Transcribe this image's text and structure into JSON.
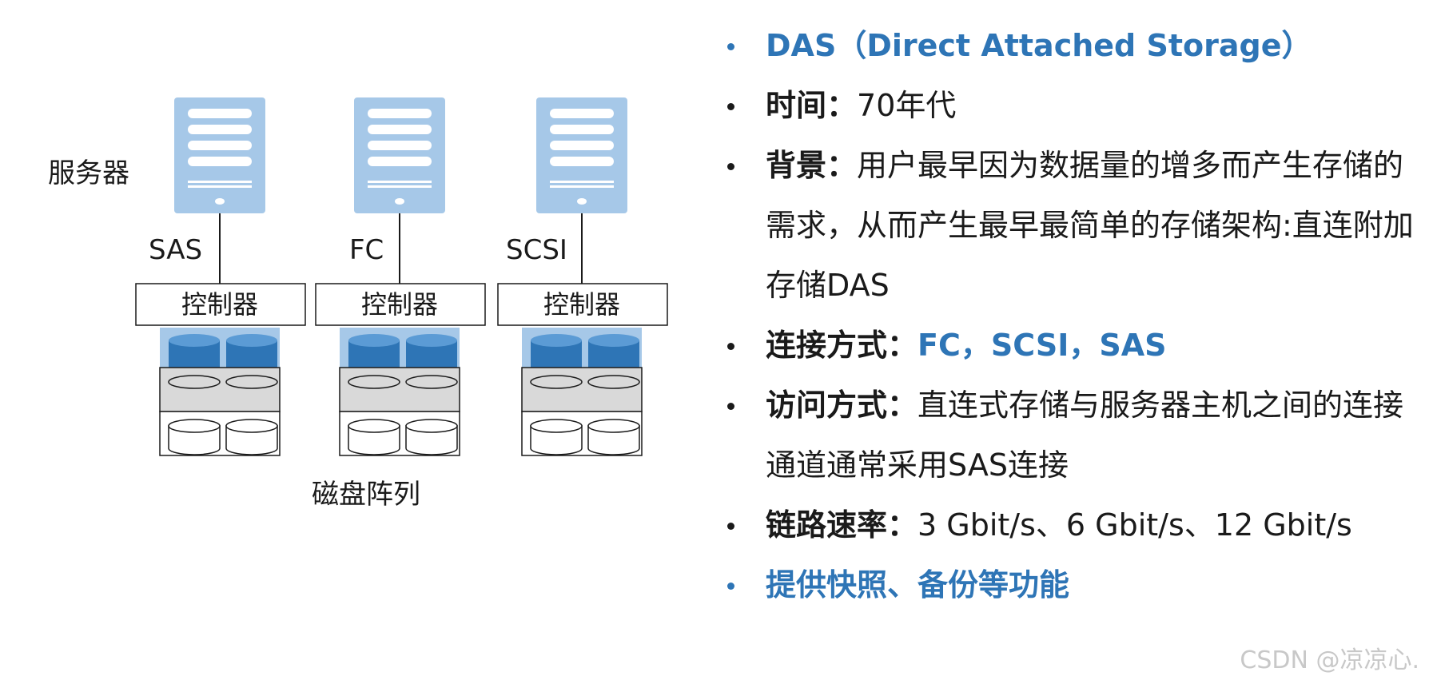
{
  "diagram": {
    "server_label": "服务器",
    "array_label": "磁盘阵列",
    "controller_label": "控制器",
    "columns": [
      {
        "interface": "SAS"
      },
      {
        "interface": "FC"
      },
      {
        "interface": "SCSI"
      }
    ],
    "colors": {
      "server_body": "#a6c8e8",
      "server_slot": "#ffffff",
      "cache_bg": "#a6c8e8",
      "cache_disk": "#2e75b6",
      "disk_row_gray": "#d9d9d9",
      "line": "#1a1a1a"
    }
  },
  "bullets": [
    {
      "style": "blue",
      "label": "DAS（Direct Attached Storage）",
      "text": ""
    },
    {
      "style": "normal",
      "label": "时间：",
      "text": "70年代"
    },
    {
      "style": "normal",
      "label": "背景：",
      "text": "用户最早因为数据量的增多而产生存储的需求，从而产生最早最简单的存储架构:直连附加存储DAS"
    },
    {
      "style": "normal",
      "label": "连接方式：",
      "highlight": "FC，SCSI，SAS",
      "text": ""
    },
    {
      "style": "normal",
      "label": "访问方式：",
      "text": "直连式存储与服务器主机之间的连接通道通常采用SAS连接"
    },
    {
      "style": "normal",
      "label": "链路速率：",
      "text": "3 Gbit/s、6 Gbit/s、12 Gbit/s"
    },
    {
      "style": "blue",
      "label": "提供快照、备份等功能",
      "text": ""
    }
  ],
  "watermark": "CSDN @凉凉心."
}
